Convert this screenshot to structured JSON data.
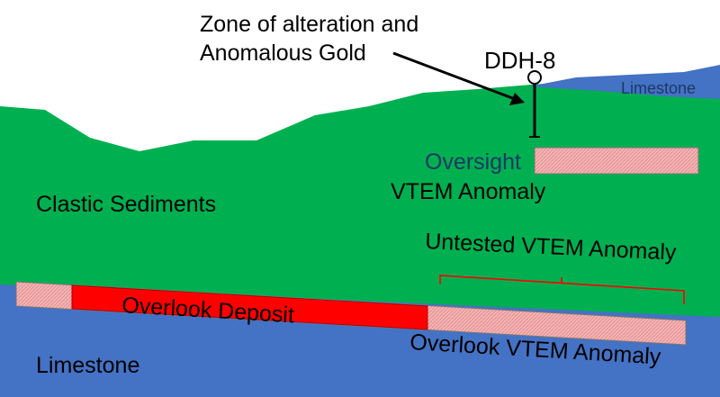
{
  "labels": {
    "zone_line1": "Zone of alteration and",
    "zone_line2": "Anomalous Gold",
    "ddh": "DDH-8",
    "limestone_top": "Limestone",
    "oversight_line1": "Oversight",
    "oversight_line2": "VTEM Anomaly",
    "clastic": "Clastic Sediments",
    "untested": "Untested VTEM Anomaly",
    "overlook_deposit": "Overlook Deposit",
    "overlook_vtem": "Overlook VTEM Anomaly",
    "limestone_bottom": "Limestone"
  },
  "colors": {
    "clastic_sediments": "#00b050",
    "limestone": "#4472c4",
    "deposit": "#ff0000",
    "vtem_anomaly": "#f4a7a7",
    "bracket": "#ff0000",
    "text": "#000000",
    "limestone_top_text": "#1f3864"
  }
}
